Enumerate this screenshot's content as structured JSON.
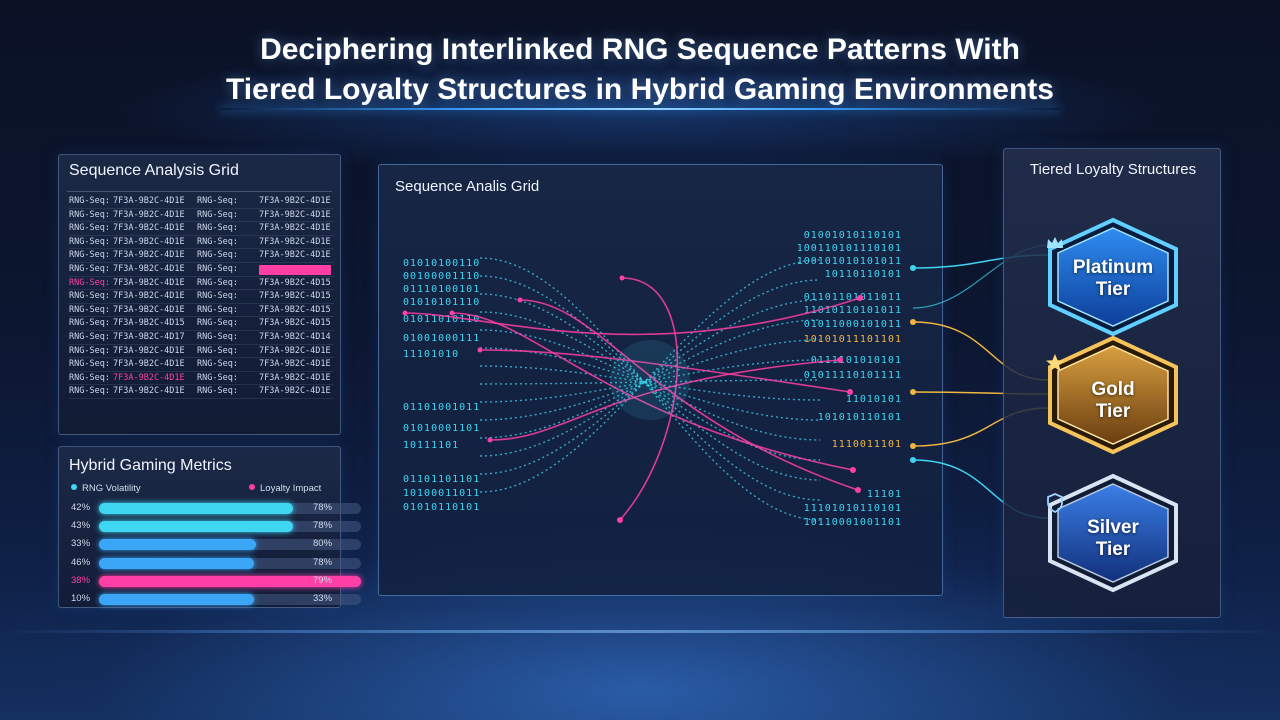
{
  "title_line1": "Deciphering Interlinked RNG Sequence Patterns With",
  "title_line2": "Tiered Loyalty Structures in Hybrid Gaming Environments",
  "sequence_panel": {
    "title": "Sequence Analysis Grid",
    "rows": [
      [
        "RNG-Seq:",
        "7F3A-9B2C-4D1E",
        "RNG-Seq:",
        "7F3A-9B2C-4D1E"
      ],
      [
        "RNG-Seq:",
        "7F3A-9B2C-4D1E",
        "RNG-Seq:",
        "7F3A-9B2C-4D1E"
      ],
      [
        "RNG-Seq:",
        "7F3A-9B2C-4D1E",
        "RNG-Seq:",
        "7F3A-9B2C-4D1E"
      ],
      [
        "RNG-Seq:",
        "7F3A-9B2C-4D1E",
        "RNG-Seq:",
        "7F3A-9B2C-4D1E"
      ],
      [
        "RNG-Seq:",
        "7F3A-9B2C-4D1E",
        "RNG-Seq:",
        "7F3A-9B2C-4D1E"
      ],
      [
        "RNG-Seq:",
        "7F3A-9B2C-4D1E",
        "RNG-Seq:",
        ""
      ],
      [
        "RNG-Seq:",
        "7F3A-9B2C-4D1E",
        "RNG-Seq:",
        "7F3A-9B2C-4D15"
      ],
      [
        "RNG-Seq:",
        "7F3A-9B2C-4D1E",
        "RNG-Seq:",
        "7F3A-9B2C-4D15"
      ],
      [
        "RNG-Seq:",
        "7F3A-9B2C-4D1E",
        "RNG-Seq:",
        "7F3A-9B2C-4D15"
      ],
      [
        "RNG-Seq:",
        "7F3A-9B2C-4D15",
        "RNG-Seq:",
        "7F3A-9B2C-4D15"
      ],
      [
        "RNG-Seq:",
        "7F3A-9B2C-4D17",
        "RNG-Seq:",
        "7F3A-9B2C-4D14"
      ],
      [
        "RNG-Seq:",
        "7F3A-9B2C-4D1E",
        "RNG-Seq:",
        "7F3A-9B2C-4D1E"
      ],
      [
        "RNG-Seq:",
        "7F3A-9B2C-4D1E",
        "RNG-Seq:",
        "7F3A-9B2C-4D1E"
      ],
      [
        "RNG-Seq:",
        "7F3A-9B2C-4D1E",
        "RNG-Seq:",
        "7F3A-9B2C-4D1E"
      ],
      [
        "RNG-Seq:",
        "7F3A-9B2C-4D1E",
        "RNG-Seq:",
        "7F3A-9B2C-4D1E"
      ]
    ]
  },
  "metrics_panel": {
    "title": "Hybrid Gaming Metrics",
    "legend_left": "RNG Volatility",
    "legend_right": "Loyalty Impact",
    "rows": [
      {
        "left": "42%",
        "right": "78%",
        "fill": 0.74,
        "color": "#3fd6f2"
      },
      {
        "left": "43%",
        "right": "78%",
        "fill": 0.74,
        "color": "#3fd6f2"
      },
      {
        "left": "33%",
        "right": "80%",
        "fill": 0.6,
        "color": "#3aa6f5"
      },
      {
        "left": "46%",
        "right": "78%",
        "fill": 0.59,
        "color": "#3aa6f5"
      },
      {
        "left": "38%",
        "right": "79%",
        "fill": 1.0,
        "color": "#ff3ea6"
      },
      {
        "left": "10%",
        "right": "33%",
        "fill": 0.59,
        "color": "#3aa6f5"
      }
    ]
  },
  "center_panel": {
    "title": "Sequence Analis Grid",
    "binary_left": [
      "01010100110",
      "00100001110",
      "01110100101",
      "01010101110",
      "01011010110",
      "01001000111",
      "11101010",
      "01101001011",
      "01010001101",
      "10111101",
      "01101101101",
      "10100011011",
      "01010110101"
    ],
    "binary_right": [
      "01001010110101",
      "100110101110101",
      "100101010101011",
      "10110110101",
      "01101101011011",
      "11010110101011",
      "01011000101011",
      "10101011101101",
      "0111101010101",
      "01011110101111",
      "11010101",
      "101010110101",
      "1110011101",
      "11101",
      "11101010110101",
      "10110001001101"
    ]
  },
  "tier_panel": {
    "title": "Tiered Loyalty Structures",
    "tiers": [
      {
        "line1": "Platinum",
        "line2": "Tier",
        "icon": "crown-icon"
      },
      {
        "line1": "Gold",
        "line2": "Tier",
        "icon": "star-icon"
      },
      {
        "line1": "Silver",
        "line2": "Tier",
        "icon": "shield-icon"
      }
    ]
  },
  "colors": {
    "cyan": "#3fd6f2",
    "magenta": "#ff3ea6",
    "gold": "#f2b640",
    "blue": "#3aa0ff"
  }
}
